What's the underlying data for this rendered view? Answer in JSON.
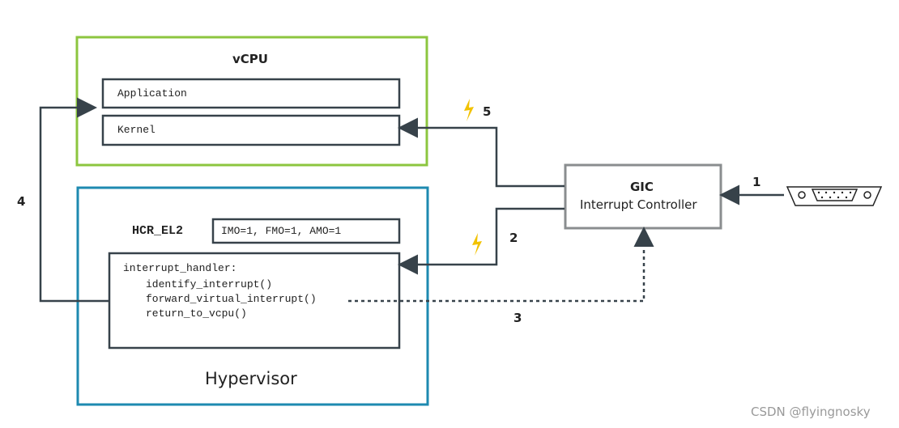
{
  "vcpu": {
    "title": "vCPU",
    "application": "Application",
    "kernel": "Kernel",
    "border_color": "#8cc63f"
  },
  "hypervisor": {
    "title": "Hypervisor",
    "register": "HCR_EL2",
    "register_value": "IMO=1, FMO=1, AMO=1",
    "border_color": "#1e8ab0",
    "code": [
      "interrupt_handler:",
      "identify_interrupt()",
      "forward_virtual_interrupt()",
      "return_to_vcpu()"
    ]
  },
  "gic": {
    "title": "GIC",
    "subtitle": "Interrupt Controller"
  },
  "device": {
    "icon": "serial-connector-icon"
  },
  "steps": {
    "s1": "1",
    "s2": "2",
    "s3": "3",
    "s4": "4",
    "s5": "5"
  },
  "watermark": "CSDN @flyingnosky",
  "colors": {
    "line": "#37424a",
    "lightning": "#f2c200",
    "gic_border": "#8a8d8f"
  }
}
